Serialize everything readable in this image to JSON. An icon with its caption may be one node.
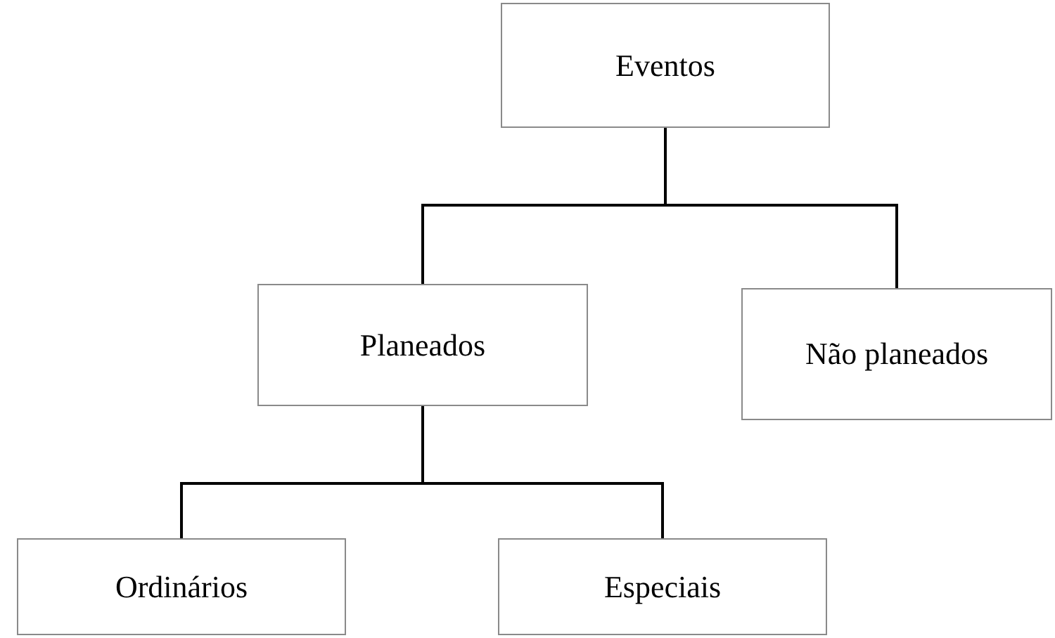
{
  "diagram": {
    "nodes": [
      {
        "text": [
          "Eventos"
        ]
      },
      {
        "text": [
          "Planeados"
        ]
      },
      {
        "text": [
          "Não planeados"
        ]
      },
      {
        "text": [
          "Ordinários"
        ]
      },
      {
        "text": [
          "Especiais"
        ]
      }
    ],
    "edges": [
      {
        "from": 0,
        "to": 1,
        "arrow": "none"
      },
      {
        "from": 0,
        "to": 2,
        "arrow": "none"
      },
      {
        "from": 1,
        "to": 3,
        "arrow": "none"
      },
      {
        "from": 1,
        "to": 4,
        "arrow": "none"
      }
    ]
  }
}
